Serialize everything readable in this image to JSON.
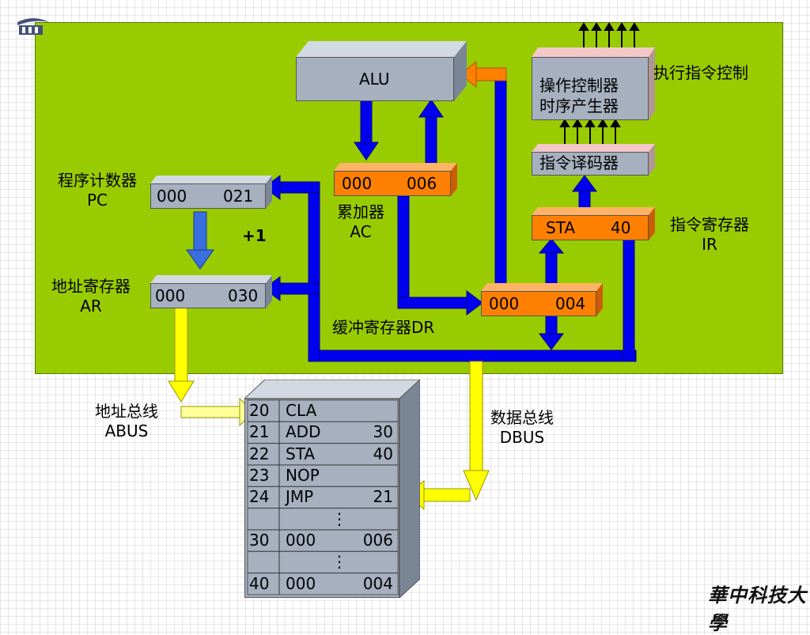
{
  "alu": {
    "label": "ALU"
  },
  "control": {
    "line1": "操作控制器",
    "line2": "时序产生器",
    "label": "执行指令控制"
  },
  "decoder": {
    "label": "指令译码器"
  },
  "pc": {
    "name": "程序计数器",
    "abbr": "PC",
    "hi": "000",
    "lo": "021"
  },
  "increment": {
    "label": "+1"
  },
  "ar": {
    "name": "地址寄存器",
    "abbr": "AR",
    "hi": "000",
    "lo": "030"
  },
  "ac": {
    "name": "累加器",
    "abbr": "AC",
    "hi": "000",
    "lo": "006"
  },
  "ir": {
    "name": "指令寄存器",
    "abbr": "IR",
    "op": "STA",
    "operand": "40"
  },
  "dr": {
    "name": "缓冲寄存器DR",
    "hi": "000",
    "lo": "004"
  },
  "abus": {
    "name": "地址总线",
    "abbr": "ABUS"
  },
  "dbus": {
    "name": "数据总线",
    "abbr": "DBUS"
  },
  "memory": {
    "rows": [
      {
        "addr": "20",
        "op": "CLA",
        "operand": ""
      },
      {
        "addr": "21",
        "op": "ADD",
        "operand": "30"
      },
      {
        "addr": "22",
        "op": "STA",
        "operand": "40"
      },
      {
        "addr": "23",
        "op": "NOP",
        "operand": ""
      },
      {
        "addr": "24",
        "op": "JMP",
        "operand": "21"
      },
      {
        "addr": "",
        "op": "",
        "operand": "",
        "ellipsis": "⋮"
      },
      {
        "addr": "30",
        "op": "000",
        "operand": "006"
      },
      {
        "addr": "",
        "op": "",
        "operand": "",
        "ellipsis": "⋮"
      },
      {
        "addr": "40",
        "op": "000",
        "operand": "004"
      }
    ]
  },
  "footer": {
    "university": "華中科技大學"
  },
  "colors": {
    "board": "#99cc00",
    "blue_bus": "#0000ee",
    "yellow_bus": "#ffff00",
    "orange": "#ff8000",
    "gray": "#a6b0bf"
  }
}
